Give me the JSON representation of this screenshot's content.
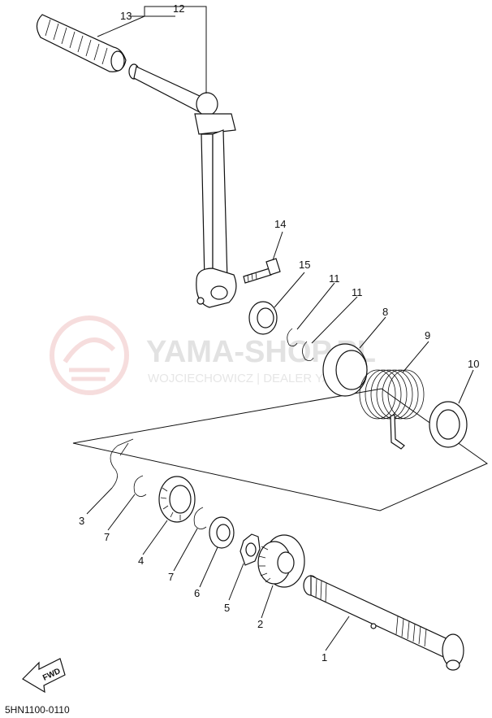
{
  "diagram": {
    "part_numbers": [
      "1",
      "2",
      "3",
      "4",
      "5",
      "6",
      "7",
      "7",
      "8",
      "9",
      "10",
      "11",
      "11",
      "12",
      "13",
      "14",
      "15"
    ],
    "labels": {
      "p1": "1",
      "p2": "2",
      "p3": "3",
      "p4": "4",
      "p5": "5",
      "p6": "6",
      "p7a": "7",
      "p7b": "7",
      "p8": "8",
      "p9": "9",
      "p10": "10",
      "p11a": "11",
      "p11b": "11",
      "p12": "12",
      "p13": "13",
      "p14": "14",
      "p15": "15"
    },
    "fwd_label": "FWD",
    "diagram_code": "5HN1100-0110"
  },
  "watermark": {
    "title": "YAMA-SHOP.PL",
    "subtitle": "WOJCIECHOWICZ | DEALER YAMAHA"
  }
}
